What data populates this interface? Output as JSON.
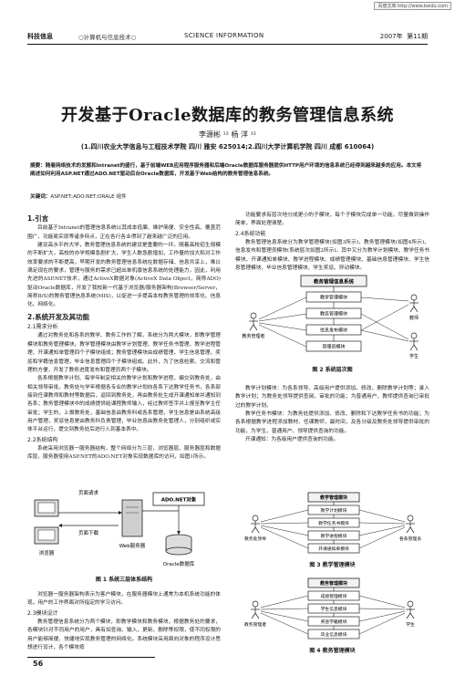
{
  "watermark": "百度文库 http://www.baidu.com",
  "header": {
    "journal": "科技信息",
    "series": "○计算机与信息技术○",
    "en": "SCIENCE INFORMATION",
    "year": "2007年",
    "issue": "第11期"
  },
  "title": "开发基于Oracle数据库的教务管理信息系统",
  "authors": "李源彬 ¹²   杨  洋 ¹²",
  "affiliation": "(1.四川农业大学信息与工程技术学院  四川  雅安  625014;2.四川大学计算机学院  四川  成都  610064)",
  "abstract": "摘要：随着网络技术的发展和Intranet的盛行，基于前端WEB应用程序服务器和后端Oracle数据库服务器提供HTTP用户环境的信息系统已经得到越来越多的应用。本文将阐述如何利用ASP.NET通过ADO.NET驱动后台Oracle数据库，开发基于Web结构的教务管理信息系统。",
  "keywords_label": "关键词：",
  "keywords": "ASP.NET;ADO.NET;ORALE 组件",
  "left": {
    "h1": "1.引言",
    "p1": "目前基于Intranet的管理信息系统以其成本低廉、维护简便、安全性高、覆盖范围广、功能易实现等诸多特点，正在各行各业得到了越来越广泛的应用。",
    "p2": "建设高水平的大学，教务管理信息系统的建设是重要的一环。随着高校招生规模的不断扩大，高校的办学规模急剧扩大，学生人数急剧增加，工作量的加大和对工作效率要求的不断提高，早期开发的教务管理信息系统在数据存储、信息共享上，难以满足现在的要求，管理与服务的需求已超出单机版信息系统的处理能力，因此，利用先进的ASP.NET技术，通过ActiveX数据对象(ActiveX Data Object，简称ADO)驱动Oracle数据库，开发了我校新一代基于浏览器/服务器架构(Browser/Server，简称B/S)的教务管理信息系统(MIS)，以促进一步提高本校教务管理的效率化、信息化、网络化。",
    "h2": "2.系统开发及其功能",
    "h21": "2.1需求分析",
    "p3": "通过对教务处和各系的教学、教务工作的了解，系统分为两大模块，即教学管理模块和教务管理模块。教学管理模块由教学计划管理、教学任务书管理、教学进程管理、开课通知单管理四个子模块组成；教务管理模块由成绩管理、学生信息管理、奖惩和学籍信息管理、毕业信息管理四个子模块组成。此外，为了信息检索、交流和管理的方便，开发了教务进度发布和管理员两个子模块。",
    "p4": "各系根据教学计划、每学年制定相关的教学计划和教学进程，编交到教务处，由相关领导审批。教务处与学年根据各专业的教学计划向各系下达教学任务书，各系部接到任课教师和教材等数据后，返回到教务处，再由教务处生成开课通知单并通知到各系；教务管理模块中的成绩提供给课程教师输入，经过教师签字并上报至教学主任审批；学生的，上报教务处，基础信息由教务科或各系管理，学生信息是由系统高级用户管理，奖惩信息是由教务科负责管理，毕业信息由教务处管理人，分别组织或实体平台运行，提交到教务处后进行入到基本表中。",
    "h22": "2.2系统结构",
    "p5": "系统采用浏览器一服务器结构，整个网络分为三层，浏览器层、服务器层和数据库层，服务器使用ASP.NET的ADO.NET对象实现数据库的访问，如图1所示。",
    "p6": "浏览器一服务器架构表示为客户模块，在服务器模块上通常为本机系统功能的体现，用户的工作界面对所指定的学习访问。",
    "h23": "2.3模块设计",
    "p7": "教务管理信息系统分为两个模块，即教学模块和教务模块，根据教务处的要求，各模块针对不同用户的用户，具有如查询、输入、更新、删除等权限，使不同权限的用户能够简便、快捷地实现教务管理的网络化。系统模块采用面向对象的程序设计思想进行设计，各个模块按"
  },
  "right": {
    "p1": "功能要求有层次地分成更小的子模块，每个子模块完成单一功能，尽量做到操作简单，界面处理清楚。",
    "h24": "2.4系统功能",
    "p2": "教务管理信息系统分为教学管理模块(如图3所示)、教务管理模块(如图4所示)、信息发布和管理员模块(系统层次如图2所示)。其中又分为教学计划模块、教学任务书模块、开课通知单模块、教学进程模块、成绩管理模块、基础信息管理模块、学生信息管理模块、毕业信息管理模块、学生奖惩、异动模块。",
    "p3": "教学计划模块：为各系领导、高级用户提供添加、修改、删除教学计划等；录入教学计划；为教务处领导提供查阅、审批的功能；为普通用户、教师提供查询已审批过的教学计划。",
    "p4": "教学任务书模块：为教务处提供添加、修改、删除和下达教学任务书的功能；为各系根据教学进程添加教材、任课教师，最时间，及各分级及教务处领导提供审批的功能，为学生、普通用户、领导提供查询的功能。",
    "p5": "开课通知：为各级用户提供查询的功能。"
  },
  "fig1": {
    "caption": "图 1  系统三层体系结构",
    "browser1": "浏览器",
    "browser2": "浏览器",
    "page_req": "页面请求",
    "page_ret": "页面下载",
    "ado": "ADO.NET对象",
    "web": "Web服务器",
    "db": "Oracle数据库"
  },
  "fig2": {
    "caption": "图 2  系统层次图",
    "root": "教务管理信息系统",
    "n1": "教学管理模块",
    "n2": "教务管理模块",
    "n3": "信息发布模块",
    "n4": "管理员模块",
    "left": "教务管理者",
    "right1": "教师",
    "right2": "学生"
  },
  "fig3": {
    "caption": "图 3  教学管理模块",
    "root": "教学管理模块",
    "items": [
      "教学计划模块",
      "教学任务书模块",
      "教学进程模块",
      "开课通知单模块"
    ],
    "left": "教务处领导",
    "right": "各系管理员"
  },
  "fig4": {
    "caption": "图 4  教务管理模块",
    "root": "教务管理模块",
    "items": [
      "成绩管理模块",
      "学生信息模块",
      "奖惩学籍模块",
      "毕业信息模块"
    ],
    "left": "教务管理者",
    "right": "学生"
  },
  "footer": {
    "page": "56"
  }
}
